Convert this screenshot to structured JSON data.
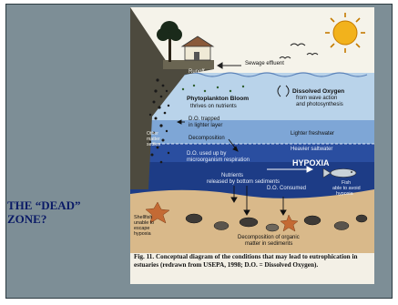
{
  "slide": {
    "title": "THE “DEAD”\nZONE?"
  },
  "figure": {
    "labels": {
      "runoff": "Runoff",
      "sewage": "Sewage effluent",
      "phyto_title": "Phytoplankton Bloom",
      "phyto_sub": "thrives on nutrients",
      "do_title": "Dissolved Oxygen",
      "do_sub1": "from wave action",
      "do_sub2": "and photosynthesis",
      "do_trapped1": "D.O. trapped",
      "do_trapped2": "in lighter layer",
      "other_matter1": "Other",
      "other_matter2": "matter",
      "other_matter3": "settles",
      "decomposition": "Decomposition",
      "lighter_fresh": "Lighter freshwater",
      "heavier_salt": "Heavier saltwater",
      "do_used1": "D.O. used up by",
      "do_used2": "microorganism respiration",
      "hypoxia": "HYPOXIA",
      "fish1": "Fish",
      "fish2": "able to avoid",
      "fish3": "hypoxia",
      "nutrients1": "Nutrients",
      "nutrients2": "released by bottom sediments",
      "do_consumed": "D.O. Consumed",
      "shellfish1": "Shellfish",
      "shellfish2": "unable to",
      "shellfish3": "escape",
      "shellfish4": "hypoxia",
      "decomp_organic1": "Decomposition of organic",
      "decomp_organic2": "matter in sediments"
    },
    "caption_label": "Fig. 11.",
    "caption_text": "Conceptual diagram of the conditions that may lead to eutrophication in estuaries (redrawn from USEPA, 1998; D.O. = Dissolved Oxygen)."
  },
  "colors": {
    "panel": "#7d8e96",
    "title_text": "#0a1a66",
    "sun": "#f2b21c",
    "sky": "#f5f3ea",
    "surface_water": "#b9d3ea",
    "mid_water": "#7ea6d6",
    "deep_water": "#2a4ea0",
    "hypoxia_water": "#1d3c86",
    "sediment": "#d9b98a",
    "land": "#4d4a3e"
  }
}
